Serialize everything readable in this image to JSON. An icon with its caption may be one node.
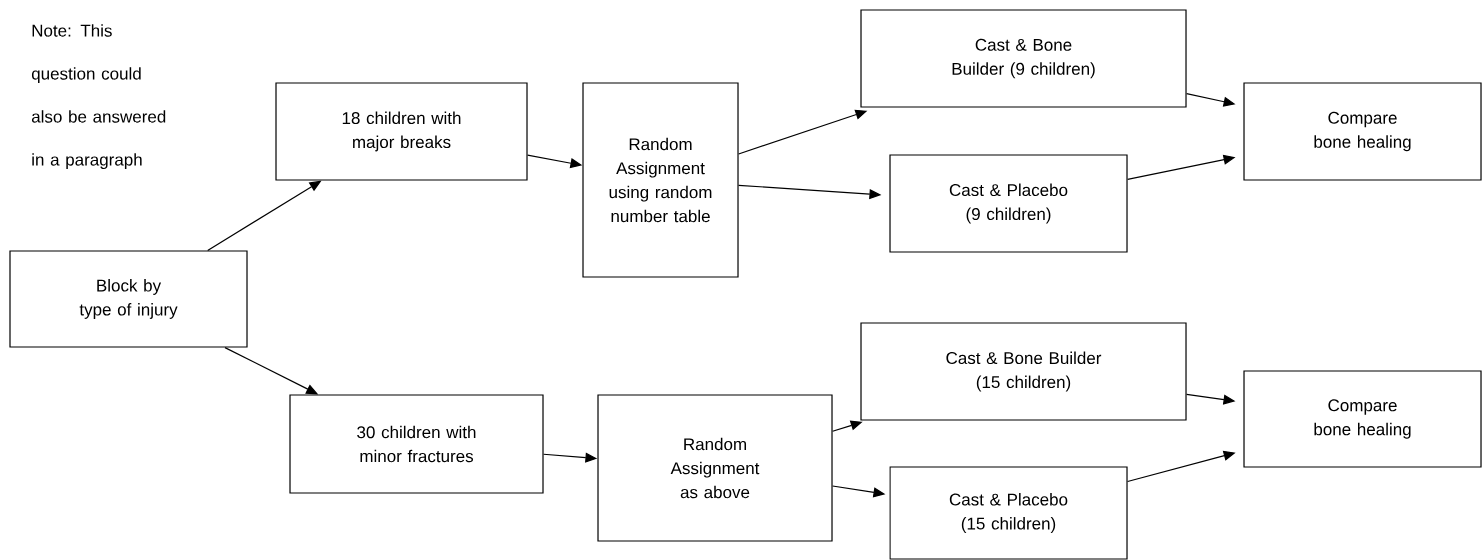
{
  "diagram": {
    "nodes": [
      {
        "text": [
          "Block by type of injury"
        ]
      },
      {
        "text": [
          "18 children with major breaks"
        ]
      },
      {
        "text": [
          "Random Assignment using random number table"
        ]
      },
      {
        "text": [
          "Cast & Bone Builder (9 children)"
        ]
      },
      {
        "text": [
          "Cast & Placebo (9 children)"
        ]
      },
      {
        "text": [
          "Compare bone healing"
        ]
      },
      {
        "text": [
          "30 children with minor fractures"
        ]
      },
      {
        "text": [
          "Random Assignment as above"
        ]
      },
      {
        "text": [
          "Cast & Bone Builder (15 children)"
        ]
      },
      {
        "text": [
          "Cast & Placebo (15 children)"
        ]
      },
      {
        "text": [
          "Compare bone healing"
        ]
      }
    ],
    "edges": [
      {
        "from": 0,
        "to": 1,
        "arrow": "to"
      },
      {
        "from": 1,
        "to": 2,
        "arrow": "to"
      },
      {
        "from": 2,
        "to": 3,
        "arrow": "to"
      },
      {
        "from": 2,
        "to": 4,
        "arrow": "to"
      },
      {
        "from": 3,
        "to": 5,
        "arrow": "to"
      },
      {
        "from": 4,
        "to": 5,
        "arrow": "to"
      },
      {
        "from": 0,
        "to": 6,
        "arrow": "to"
      },
      {
        "from": 6,
        "to": 7,
        "arrow": "to"
      },
      {
        "from": 7,
        "to": 8,
        "arrow": "to"
      },
      {
        "from": 7,
        "to": 9,
        "arrow": "to"
      },
      {
        "from": 8,
        "to": 10,
        "arrow": "to"
      },
      {
        "from": 9,
        "to": 10,
        "arrow": "to"
      }
    ],
    "labels": [
      "Note: This question could also be answered in a paragraph"
    ]
  }
}
